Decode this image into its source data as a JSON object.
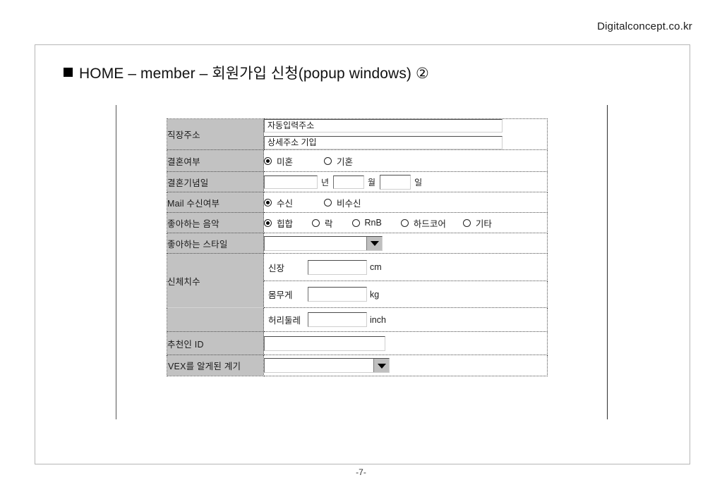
{
  "header": {
    "site_url": "Digitalconcept.co.kr"
  },
  "slide": {
    "title": "HOME – member – 회원가입 신청(popup windows) ②",
    "bullet_icon": "filled-square-bullet",
    "page_number": "-7-"
  },
  "form": {
    "rows": [
      {
        "label": "직장주소",
        "type": "stacked-inputs",
        "inputs": [
          {
            "value": "자동입력주소"
          },
          {
            "value": "상세주소 기입"
          }
        ]
      },
      {
        "label": "결혼여부",
        "type": "radio-group",
        "options": [
          {
            "label": "미혼",
            "selected": true
          },
          {
            "label": "기혼",
            "selected": false
          }
        ]
      },
      {
        "label": "결혼기념일",
        "type": "date-inputs",
        "fields": [
          {
            "value": "",
            "unit": "년"
          },
          {
            "value": "",
            "unit": "월"
          },
          {
            "value": "",
            "unit": "일"
          }
        ]
      },
      {
        "label": "Mail 수신여부",
        "type": "radio-group",
        "options": [
          {
            "label": "수신",
            "selected": true
          },
          {
            "label": "비수신",
            "selected": false
          }
        ]
      },
      {
        "label": "좋아하는 음악",
        "type": "radio-group",
        "options": [
          {
            "label": "힙합",
            "selected": true
          },
          {
            "label": "락",
            "selected": false
          },
          {
            "label": "RnB",
            "selected": false
          },
          {
            "label": "하드코어",
            "selected": false
          },
          {
            "label": "기타",
            "selected": false
          }
        ]
      },
      {
        "label": "좋아하는 스타일",
        "type": "dropdown",
        "value": "",
        "arrow_icon": "chevron-down-icon"
      },
      {
        "label": "신체치수",
        "type": "measurements",
        "fields": [
          {
            "label": "신장",
            "value": "",
            "unit": "cm"
          },
          {
            "label": "몸무게",
            "value": "",
            "unit": "kg"
          },
          {
            "label": "허리둘레",
            "value": "",
            "unit": "inch"
          }
        ]
      },
      {
        "label": "추천인 ID",
        "type": "text-input",
        "value": ""
      },
      {
        "label": "VEX를 알게된 계기",
        "type": "dropdown",
        "value": "",
        "arrow_icon": "chevron-down-icon"
      }
    ]
  },
  "colors": {
    "label_cell_bg": "#c2c2c2",
    "slide_border": "#b6b6b6",
    "dropdown_button_bg": "#bfbfbf",
    "text": "#111111"
  }
}
